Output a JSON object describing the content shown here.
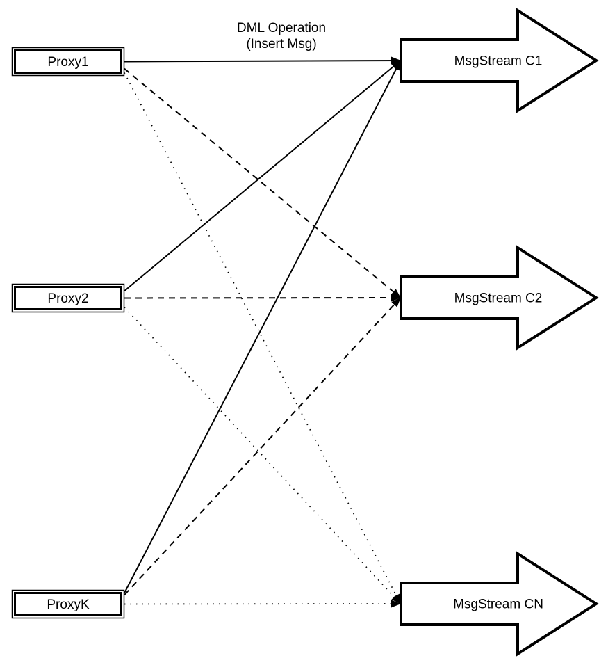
{
  "label": {
    "line1": "DML Operation",
    "line2": "(Insert Msg)"
  },
  "proxies": [
    {
      "id": "proxy1",
      "label": "Proxy1"
    },
    {
      "id": "proxy2",
      "label": "Proxy2"
    },
    {
      "id": "proxyk",
      "label": "ProxyK"
    }
  ],
  "streams": [
    {
      "id": "c1",
      "label": "MsgStream C1"
    },
    {
      "id": "c2",
      "label": "MsgStream C2"
    },
    {
      "id": "cn",
      "label": "MsgStream CN"
    }
  ],
  "edges": [
    {
      "from": "proxy1",
      "to": "c1",
      "style": "solid"
    },
    {
      "from": "proxy2",
      "to": "c1",
      "style": "solid"
    },
    {
      "from": "proxyk",
      "to": "c1",
      "style": "solid"
    },
    {
      "from": "proxy1",
      "to": "c2",
      "style": "dashed"
    },
    {
      "from": "proxy2",
      "to": "c2",
      "style": "dashed"
    },
    {
      "from": "proxyk",
      "to": "c2",
      "style": "dashed"
    },
    {
      "from": "proxy1",
      "to": "cn",
      "style": "dotted"
    },
    {
      "from": "proxy2",
      "to": "cn",
      "style": "dotted"
    },
    {
      "from": "proxyk",
      "to": "cn",
      "style": "dotted"
    }
  ],
  "colors": {
    "stroke": "#000000",
    "fill": "#ffffff"
  }
}
